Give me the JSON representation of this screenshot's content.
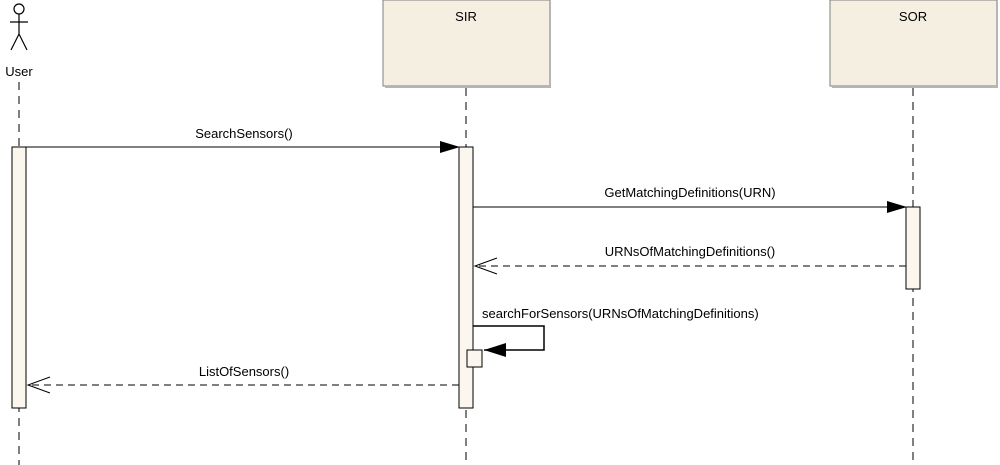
{
  "participants": {
    "user": {
      "label": "User",
      "kind": "actor"
    },
    "sir": {
      "label": "SIR",
      "kind": "object"
    },
    "sor": {
      "label": "SOR",
      "kind": "object"
    }
  },
  "messages": [
    {
      "label": "SearchSensors()",
      "from": "User",
      "to": "SIR",
      "style": "synchronous"
    },
    {
      "label": "GetMatchingDefinitions(URN)",
      "from": "SIR",
      "to": "SOR",
      "style": "synchronous"
    },
    {
      "label": "URNsOfMatchingDefinitions()",
      "from": "SOR",
      "to": "SIR",
      "style": "return"
    },
    {
      "label": "searchForSensors(URNsOfMatchingDefinitions)",
      "from": "SIR",
      "to": "SIR",
      "style": "self-call"
    },
    {
      "label": "ListOfSensors()",
      "from": "SIR",
      "to": "User",
      "style": "return"
    }
  ],
  "colors": {
    "box_fill": "#f5efe2",
    "box_stroke": "#7f7f7f",
    "activation_fill": "#fbf7ee",
    "line": "#000000"
  }
}
